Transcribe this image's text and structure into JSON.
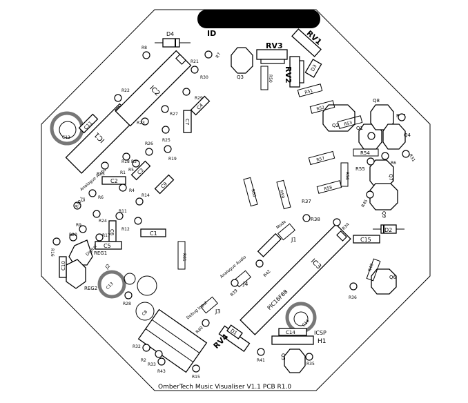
{
  "board": {
    "footer": "OmberTech Music Visualiser V1.1 PCB R1.0",
    "id_label": "ID"
  },
  "ics": {
    "ic1": "IC1",
    "ic2": "IC2",
    "ic3": "IC3",
    "pic_label": "PIC16F88"
  },
  "pots": {
    "rv1": "RV1",
    "rv2": "RV2",
    "rv3": "RV3",
    "rv4": "RV4"
  },
  "headers": {
    "h1": "H1",
    "icsp": "ICSP",
    "j1": "J1",
    "j1_text": "Mode",
    "j2": "J2",
    "j2_text": "Analogue Audio",
    "j3": "J3",
    "j3_text": "Debug Input",
    "j4": "J4",
    "j4_text": "Analogue Audio",
    "j5": "J5",
    "j5_text": "Analogue Audio",
    "j6_text": "Digital"
  },
  "regulators": {
    "reg1": "REG1",
    "reg2": "REG2"
  },
  "diodes": {
    "d1": "D1",
    "d2": "D2",
    "d3": "D3",
    "d4": "D4"
  },
  "transistors": {
    "q1": "Q1",
    "q2": "Q2",
    "q3": "Q3",
    "q4": "Q4",
    "q5": "Q5",
    "q6": "Q6",
    "q7": "Q7",
    "q8": "Q8",
    "q9": "Q9"
  },
  "capacitors": {
    "c1": "C1",
    "c2": "C2",
    "c3": "C3",
    "c4": "C4",
    "c5": "C5",
    "c6": "C6",
    "c7": "C7",
    "c8": "C8",
    "c9": "C9",
    "c10": "C10",
    "c11": "C11",
    "c12": "C12",
    "c13": "C13",
    "c14": "C14",
    "c15": "C15",
    "c16": "C16"
  },
  "resistors": {
    "r1": "R1",
    "r2": "R2",
    "r3": "R3",
    "r4": "R4",
    "r5": "R5",
    "r6": "R6",
    "r7": "R7",
    "r8": "R8",
    "r9": "R9",
    "r10": "R10",
    "r11": "R11",
    "r12": "R12",
    "r13": "R13",
    "r14": "R14",
    "r15": "R15",
    "r16": "R16",
    "r17": "R17",
    "r18": "R18",
    "r19": "R19",
    "r20": "R20",
    "r21": "R21",
    "r22": "R22",
    "r23": "R23",
    "r24": "R24",
    "r25": "R25",
    "r26": "R26",
    "r27": "R27",
    "r28": "R28",
    "r29": "R29",
    "r30": "R30",
    "r31": "R31",
    "r32": "R32",
    "r33": "R33",
    "r34": "R34",
    "r35": "R35",
    "r36": "R36",
    "r37": "R37",
    "r38": "R38",
    "r39": "R39",
    "r40": "R40",
    "r41": "R41",
    "r42": "R42",
    "r43": "R43",
    "r44": "R44",
    "r45": "R45",
    "r46": "R46",
    "r47": "R47",
    "r48": "R48",
    "r49": "R49",
    "r50": "R50",
    "r51": "R51",
    "r52": "R52",
    "r53": "R53",
    "r54": "R54",
    "r55": "R55",
    "r56": "R56",
    "r57": "R57",
    "r58": "R58",
    "r59": "R59",
    "r60": "R60",
    "r61": "R61"
  }
}
